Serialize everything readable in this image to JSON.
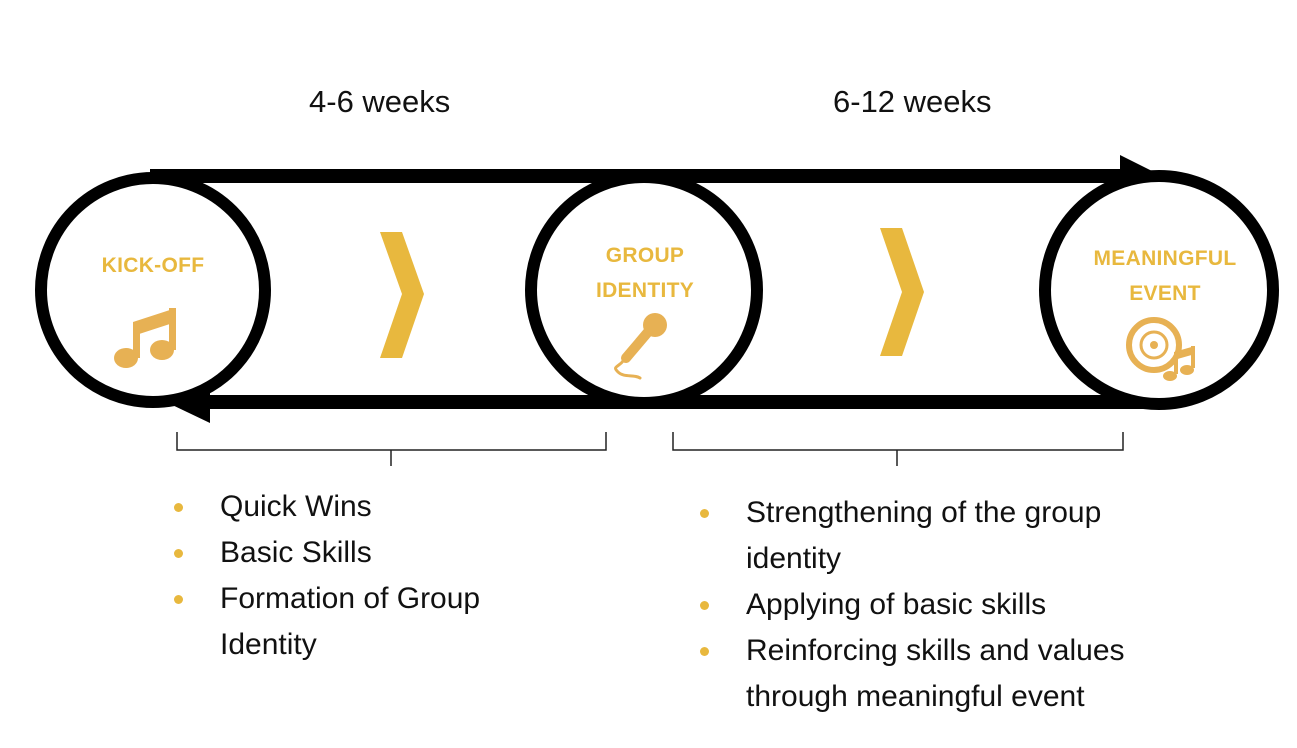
{
  "colors": {
    "accent": "#E8B83E",
    "icon": "#E7B154",
    "ring": "#000000",
    "text": "#111111"
  },
  "durations": [
    {
      "label": "4-6 weeks"
    },
    {
      "label": "6-12 weeks"
    }
  ],
  "stages": [
    {
      "label_lines": [
        "KICK-OFF"
      ],
      "icon": "music-notes-icon"
    },
    {
      "label_lines": [
        "GROUP",
        "IDENTITY"
      ],
      "icon": "microphone-icon"
    },
    {
      "label_lines": [
        "MEANINGFUL",
        "EVENT"
      ],
      "icon": "music-disc-icon"
    }
  ],
  "phases": [
    {
      "bullets": [
        {
          "lines": [
            "Quick Wins"
          ]
        },
        {
          "lines": [
            "Basic Skills"
          ]
        },
        {
          "lines": [
            "Formation of Group",
            "Identity"
          ]
        }
      ]
    },
    {
      "bullets": [
        {
          "lines": [
            "Strengthening of the group",
            "identity"
          ]
        },
        {
          "lines": [
            "Applying of basic skills"
          ]
        },
        {
          "lines": [
            "Reinforcing skills and values",
            "through meaningful event"
          ]
        }
      ]
    }
  ]
}
